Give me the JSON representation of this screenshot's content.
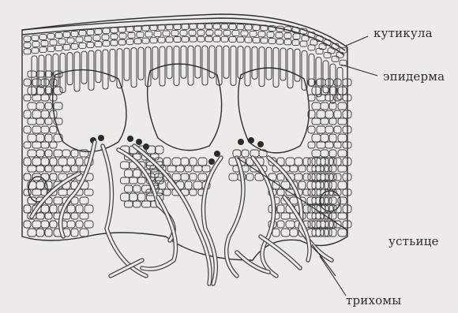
{
  "labels": {
    "cuticle": "кутикула",
    "epidermis": "эпидерма",
    "stoma": "устьице",
    "trichomes": "трихомы"
  },
  "colors": {
    "background": "#ecebe7",
    "ink": "#2f2f2f"
  }
}
